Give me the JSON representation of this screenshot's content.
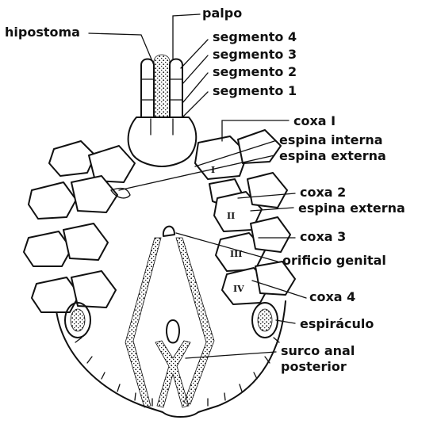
{
  "labels": {
    "palpo": "palpo",
    "hipostoma": "hipostoma",
    "segmento_4": "segmento 4",
    "segmento_3": "segmento 3",
    "segmento_2": "segmento 2",
    "segmento_1": "segmento 1",
    "coxa_1": "coxa I",
    "espina_interna": "espina interna",
    "espina_externa_1": "espina externa",
    "coxa_2": "coxa 2",
    "espina_externa_2": "espina externa",
    "coxa_3": "coxa 3",
    "orificio_genital": "orificio genital",
    "coxa_4": "coxa 4",
    "espiraculo": "espiráculo",
    "surco_anal": "surco anal",
    "posterior": "posterior"
  },
  "roman": {
    "I": "I",
    "II": "II",
    "III": "III",
    "IV": "IV"
  }
}
